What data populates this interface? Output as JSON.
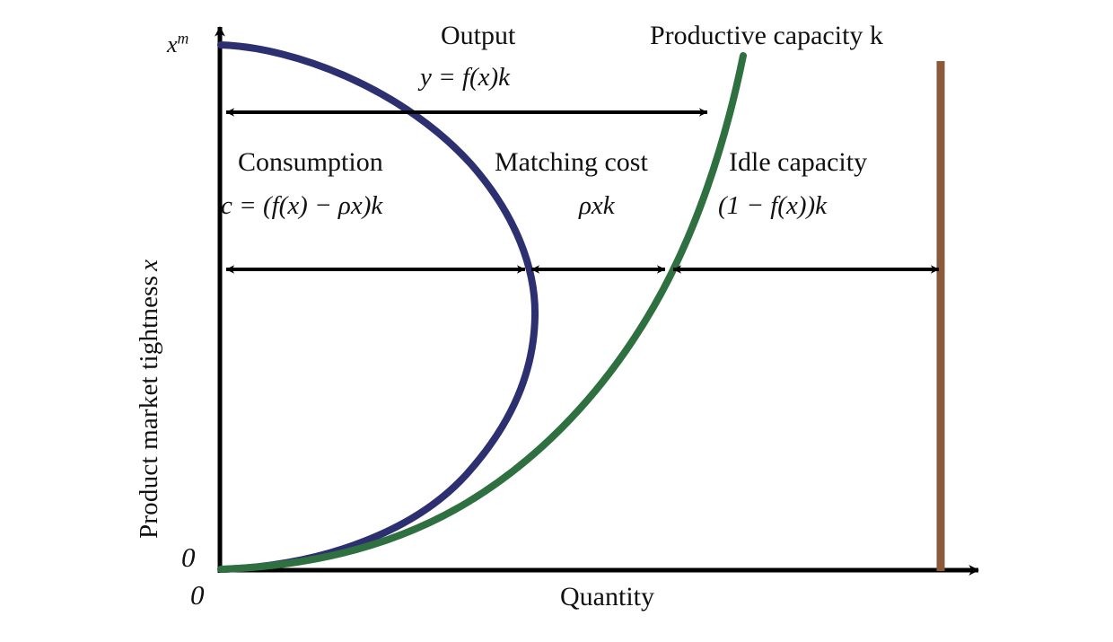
{
  "figure": {
    "background_color": "#ffffff",
    "axes": {
      "y_title": "Product market tightness",
      "y_title_var": "x",
      "x_title": "Quantity",
      "y_origin_label": "0",
      "x_origin_label": "0",
      "y_max_label": "x",
      "y_max_label_sup": "m"
    },
    "regions": [
      {
        "id": "output",
        "title": "Output",
        "formula": "y = f(x)k"
      },
      {
        "id": "consumption",
        "title": "Consumption",
        "formula": "c = (f(x) − ρx)k"
      },
      {
        "id": "matching_cost",
        "title": "Matching cost",
        "formula": "ρxk"
      },
      {
        "id": "idle_capacity",
        "title": "Idle capacity",
        "formula": "(1 − f(x))k"
      },
      {
        "id": "productive_capacity",
        "title": "Productive capacity k",
        "formula": ""
      }
    ],
    "colors": {
      "axis": "#000000",
      "output_curve": "#2d3070",
      "capacity_curve": "#2f7040",
      "capacity_line": "#8b5a3c",
      "text": "#111111"
    }
  },
  "chart_data": {
    "type": "line",
    "title": "",
    "xlabel": "Quantity",
    "ylabel": "Product market tightness x",
    "grid": false,
    "legend": "none",
    "xlim": [
      0,
      1
    ],
    "ylim": [
      0,
      1
    ],
    "xticks": [
      "0"
    ],
    "yticks": [
      "0",
      "x^m"
    ],
    "series": [
      {
        "name": "Output y = f(x)k",
        "color": "#2d3070",
        "comment": "Backward-C: concave curve from (0, x^m) bulging right to max quantity then back to origin",
        "points": [
          {
            "x": 0.0,
            "y": 1.0
          },
          {
            "x": 0.06,
            "y": 0.992
          },
          {
            "x": 0.15,
            "y": 0.966
          },
          {
            "x": 0.25,
            "y": 0.918
          },
          {
            "x": 0.35,
            "y": 0.846
          },
          {
            "x": 0.43,
            "y": 0.768
          },
          {
            "x": 0.4,
            "y": 0.8
          },
          {
            "x": 0.398,
            "y": 0.66
          },
          {
            "x": 0.415,
            "y": 0.54
          },
          {
            "x": 0.413,
            "y": 0.43
          },
          {
            "x": 0.38,
            "y": 0.33
          },
          {
            "x": 0.32,
            "y": 0.235
          },
          {
            "x": 0.235,
            "y": 0.148
          },
          {
            "x": 0.13,
            "y": 0.07
          },
          {
            "x": 0.04,
            "y": 0.018
          },
          {
            "x": 0.0,
            "y": 0.0
          }
        ]
      },
      {
        "name": "Productive capacity boundary",
        "color": "#2f7040",
        "comment": "Convex increasing curve from origin to upper right",
        "points": [
          {
            "x": 0.0,
            "y": 0.0
          },
          {
            "x": 0.05,
            "y": 0.012
          },
          {
            "x": 0.11,
            "y": 0.04
          },
          {
            "x": 0.18,
            "y": 0.09
          },
          {
            "x": 0.25,
            "y": 0.16
          },
          {
            "x": 0.32,
            "y": 0.25
          },
          {
            "x": 0.4,
            "y": 0.365
          },
          {
            "x": 0.47,
            "y": 0.49
          },
          {
            "x": 0.54,
            "y": 0.63
          },
          {
            "x": 0.6,
            "y": 0.77
          },
          {
            "x": 0.66,
            "y": 0.91
          },
          {
            "x": 0.7,
            "y": 1.0
          }
        ]
      },
      {
        "name": "Productive capacity k",
        "color": "#8b5a3c",
        "type": "vline",
        "x": 0.958
      }
    ],
    "annotations": [
      {
        "text": "Output",
        "x": 0.4,
        "y": 1.06
      },
      {
        "text": "y = f(x)k",
        "x": 0.38,
        "y": 0.98
      },
      {
        "text": "Productive capacity k",
        "x": 0.8,
        "y": 1.06
      },
      {
        "text": "Consumption",
        "x": 0.2,
        "y": 0.81
      },
      {
        "text": "c = (f(x) − ρx)k",
        "x": 0.19,
        "y": 0.73
      },
      {
        "text": "Matching cost",
        "x": 0.5,
        "y": 0.81
      },
      {
        "text": "ρxk",
        "x": 0.52,
        "y": 0.73
      },
      {
        "text": "Idle capacity",
        "x": 0.79,
        "y": 0.81
      },
      {
        "text": "(1 − f(x))k",
        "x": 0.79,
        "y": 0.73
      }
    ],
    "measure_arrows": [
      {
        "label": "Output",
        "from_x": 0.0,
        "to_x": 0.678,
        "y": 0.935,
        "heads": "both"
      },
      {
        "label": "Consumption",
        "from_x": 0.0,
        "to_x": 0.425,
        "y": 0.618,
        "heads": "both"
      },
      {
        "label": "Matching cost",
        "from_x": 0.425,
        "to_x": 0.625,
        "y": 0.618,
        "heads": "both"
      },
      {
        "label": "Idle capacity",
        "from_x": 0.625,
        "to_x": 0.958,
        "y": 0.618,
        "heads": "both"
      }
    ]
  }
}
